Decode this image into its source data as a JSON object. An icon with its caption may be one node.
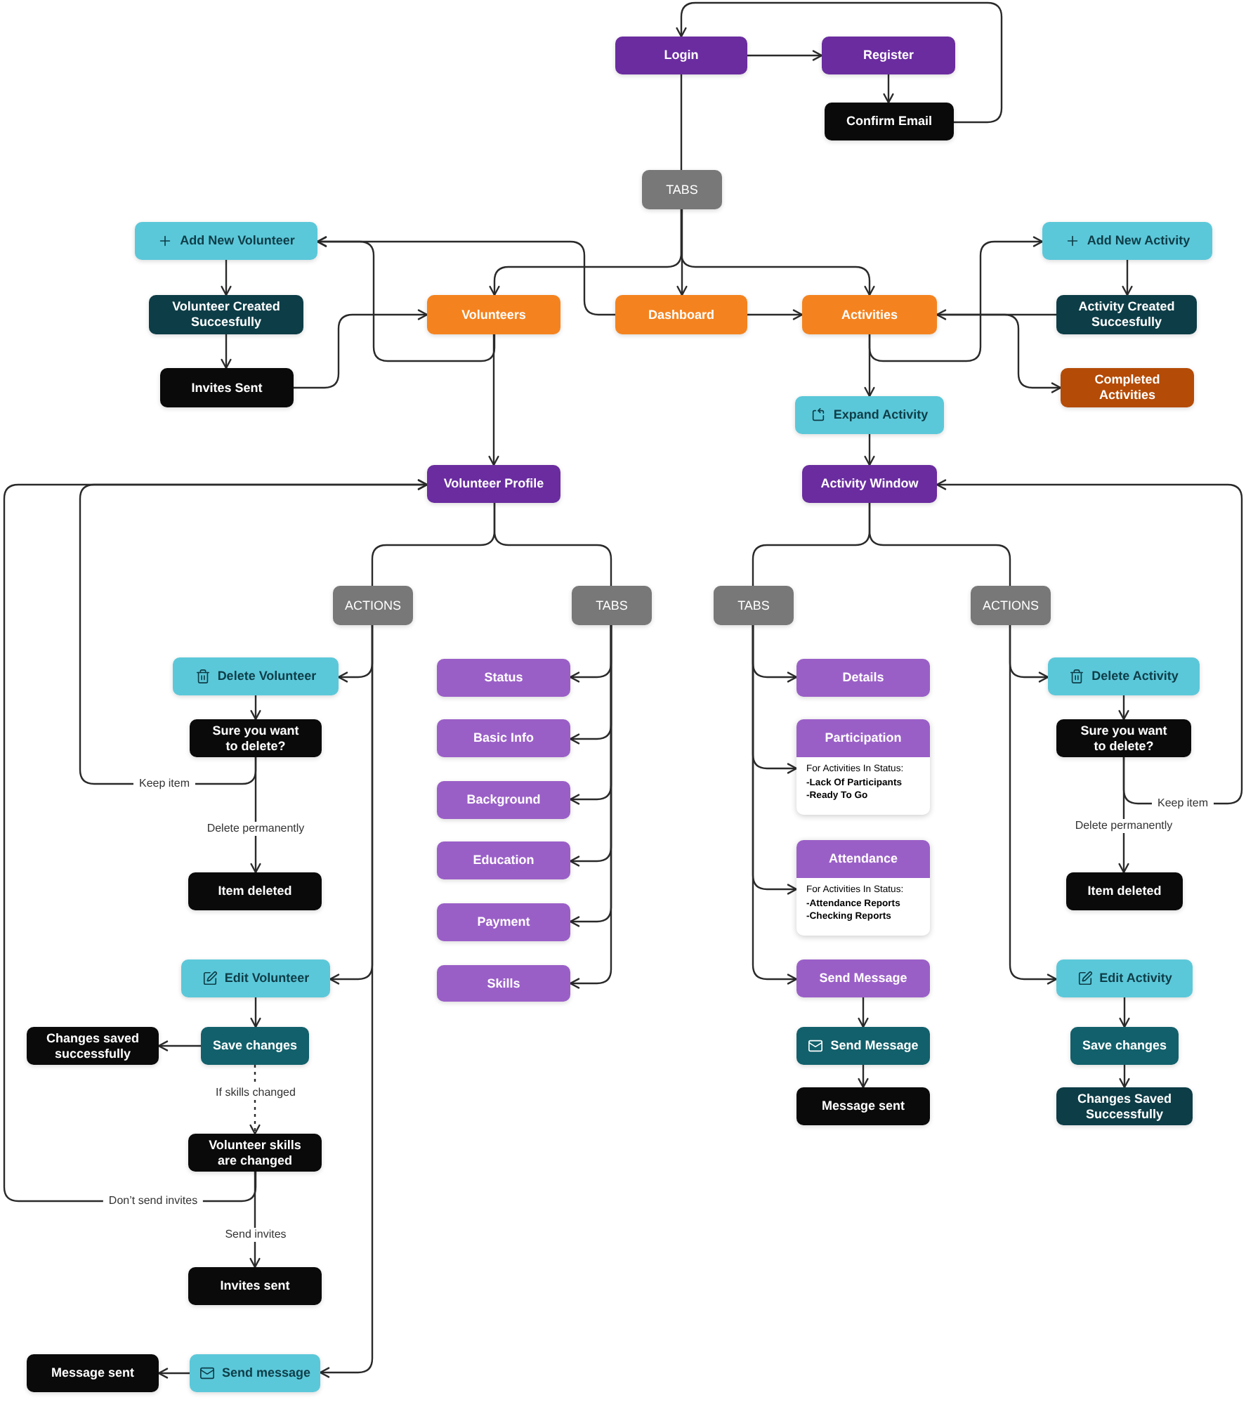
{
  "diagram": {
    "nodes": [
      {
        "text": [
          "Login"
        ]
      },
      {
        "text": [
          "Register"
        ]
      },
      {
        "text": [
          "Confirm Email"
        ]
      },
      {
        "text": [
          "TABS"
        ]
      },
      {
        "text": [
          "Add New Volunteer"
        ]
      },
      {
        "text": [
          "Volunteer Created Succesfully"
        ]
      },
      {
        "text": [
          "Invites Sent"
        ]
      },
      {
        "text": [
          "Volunteers"
        ]
      },
      {
        "text": [
          "Dashboard"
        ]
      },
      {
        "text": [
          "Activities"
        ]
      },
      {
        "text": [
          "Add New Activity"
        ]
      },
      {
        "text": [
          "Activity Created Succesfully"
        ]
      },
      {
        "text": [
          "Completed Activities"
        ]
      },
      {
        "text": [
          "Expand Activity"
        ]
      },
      {
        "text": [
          "Volunteer Profile"
        ]
      },
      {
        "text": [
          "Activity Window"
        ]
      },
      {
        "text": [
          "ACTIONS"
        ]
      },
      {
        "text": [
          "TABS"
        ]
      },
      {
        "text": [
          "TABS"
        ]
      },
      {
        "text": [
          "ACTIONS"
        ]
      },
      {
        "text": [
          "Delete Volunteer"
        ]
      },
      {
        "text": [
          "Sure you want to delete?"
        ]
      },
      {
        "text": [
          "Item deleted"
        ]
      },
      {
        "text": [
          "Status"
        ]
      },
      {
        "text": [
          "Basic Info"
        ]
      },
      {
        "text": [
          "Background"
        ]
      },
      {
        "text": [
          "Education"
        ]
      },
      {
        "text": [
          "Payment"
        ]
      },
      {
        "text": [
          "Skills"
        ]
      },
      {
        "text": [
          "Details"
        ]
      },
      {
        "text": [
          "Participation",
          "For Activities In Status:",
          "-Lack Of Participants",
          "-Ready To Go"
        ]
      },
      {
        "text": [
          "Attendance",
          "For Activities In Status:",
          "-Attendance Reports",
          "-Checking Reports"
        ]
      },
      {
        "text": [
          "Send Message"
        ]
      },
      {
        "text": [
          "Send Message"
        ]
      },
      {
        "text": [
          "Message sent"
        ]
      },
      {
        "text": [
          "Delete Activity"
        ]
      },
      {
        "text": [
          "Sure you want to delete?"
        ]
      },
      {
        "text": [
          "Item deleted"
        ]
      },
      {
        "text": [
          "Edit Activity"
        ]
      },
      {
        "text": [
          "Save changes"
        ]
      },
      {
        "text": [
          "Changes Saved Successfully"
        ]
      },
      {
        "text": [
          "Edit Volunteer"
        ]
      },
      {
        "text": [
          "Save changes"
        ]
      },
      {
        "text": [
          "Changes saved successfully"
        ]
      },
      {
        "text": [
          "Volunteer skills are changed"
        ]
      },
      {
        "text": [
          "Invites sent"
        ]
      },
      {
        "text": [
          "Send message"
        ]
      },
      {
        "text": [
          "Message sent"
        ]
      }
    ],
    "edges": [
      {
        "from": 2,
        "to": 0,
        "arrow": "to"
      },
      {
        "from": 0,
        "to": 1,
        "arrow": "to"
      },
      {
        "from": 1,
        "to": 2,
        "arrow": "to"
      },
      {
        "from": 0,
        "to": 3,
        "arrow": "none"
      },
      {
        "from": 3,
        "to": 7,
        "arrow": "to"
      },
      {
        "from": 3,
        "to": 8,
        "arrow": "to"
      },
      {
        "from": 3,
        "to": 9,
        "arrow": "to"
      },
      {
        "from": 8,
        "to": 4,
        "arrow": "to"
      },
      {
        "from": 7,
        "to": 4,
        "arrow": "to"
      },
      {
        "from": 4,
        "to": 5,
        "arrow": "to"
      },
      {
        "from": 5,
        "to": 6,
        "arrow": "to"
      },
      {
        "from": 6,
        "to": 7,
        "arrow": "to"
      },
      {
        "from": 8,
        "to": 9,
        "arrow": "to"
      },
      {
        "from": 9,
        "to": 10,
        "arrow": "to"
      },
      {
        "from": 10,
        "to": 11,
        "arrow": "to"
      },
      {
        "from": 11,
        "to": 9,
        "arrow": "to"
      },
      {
        "from": 9,
        "to": 12,
        "arrow": "to"
      },
      {
        "from": 9,
        "to": 13,
        "arrow": "to"
      },
      {
        "from": 13,
        "to": 15,
        "arrow": "to"
      },
      {
        "from": 7,
        "to": 14,
        "arrow": "to"
      },
      {
        "from": 14,
        "to": 16,
        "arrow": "none"
      },
      {
        "from": 14,
        "to": 17,
        "arrow": "none"
      },
      {
        "from": 15,
        "to": 18,
        "arrow": "none"
      },
      {
        "from": 15,
        "to": 19,
        "arrow": "none"
      },
      {
        "from": 16,
        "to": 20,
        "arrow": "to"
      },
      {
        "from": 16,
        "to": 41,
        "arrow": "to"
      },
      {
        "from": 16,
        "to": 46,
        "arrow": "to"
      },
      {
        "from": 17,
        "to": 23,
        "arrow": "to"
      },
      {
        "from": 17,
        "to": 24,
        "arrow": "to"
      },
      {
        "from": 17,
        "to": 25,
        "arrow": "to"
      },
      {
        "from": 17,
        "to": 26,
        "arrow": "to"
      },
      {
        "from": 17,
        "to": 27,
        "arrow": "to"
      },
      {
        "from": 17,
        "to": 28,
        "arrow": "to"
      },
      {
        "from": 18,
        "to": 29,
        "arrow": "to"
      },
      {
        "from": 18,
        "to": 30,
        "arrow": "to"
      },
      {
        "from": 18,
        "to": 31,
        "arrow": "to"
      },
      {
        "from": 18,
        "to": 32,
        "arrow": "to"
      },
      {
        "from": 19,
        "to": 35,
        "arrow": "to"
      },
      {
        "from": 19,
        "to": 38,
        "arrow": "to"
      },
      {
        "from": 20,
        "to": 21,
        "arrow": "to"
      },
      {
        "from": 21,
        "to": 14,
        "arrow": "to",
        "label": "Keep item"
      },
      {
        "from": 21,
        "to": 22,
        "arrow": "to",
        "label": "Delete permanently"
      },
      {
        "from": 36,
        "to": 15,
        "arrow": "to",
        "label": "Keep item"
      },
      {
        "from": 36,
        "to": 37,
        "arrow": "to",
        "label": "Delete permanently"
      },
      {
        "from": 41,
        "to": 42,
        "arrow": "to"
      },
      {
        "from": 42,
        "to": 43,
        "arrow": "to"
      },
      {
        "from": 42,
        "to": 44,
        "arrow": "to",
        "label": "If skills changed",
        "style": "dashed"
      },
      {
        "from": 44,
        "to": 14,
        "arrow": "to",
        "label": "Don’t send invites"
      },
      {
        "from": 44,
        "to": 45,
        "arrow": "to",
        "label": "Send invites"
      },
      {
        "from": 46,
        "to": 47,
        "arrow": "to"
      },
      {
        "from": 32,
        "to": 33,
        "arrow": "to"
      },
      {
        "from": 33,
        "to": 34,
        "arrow": "to"
      },
      {
        "from": 38,
        "to": 39,
        "arrow": "to"
      },
      {
        "from": 39,
        "to": 40,
        "arrow": "to"
      },
      {
        "from": 35,
        "to": 36,
        "arrow": "to"
      }
    ]
  }
}
